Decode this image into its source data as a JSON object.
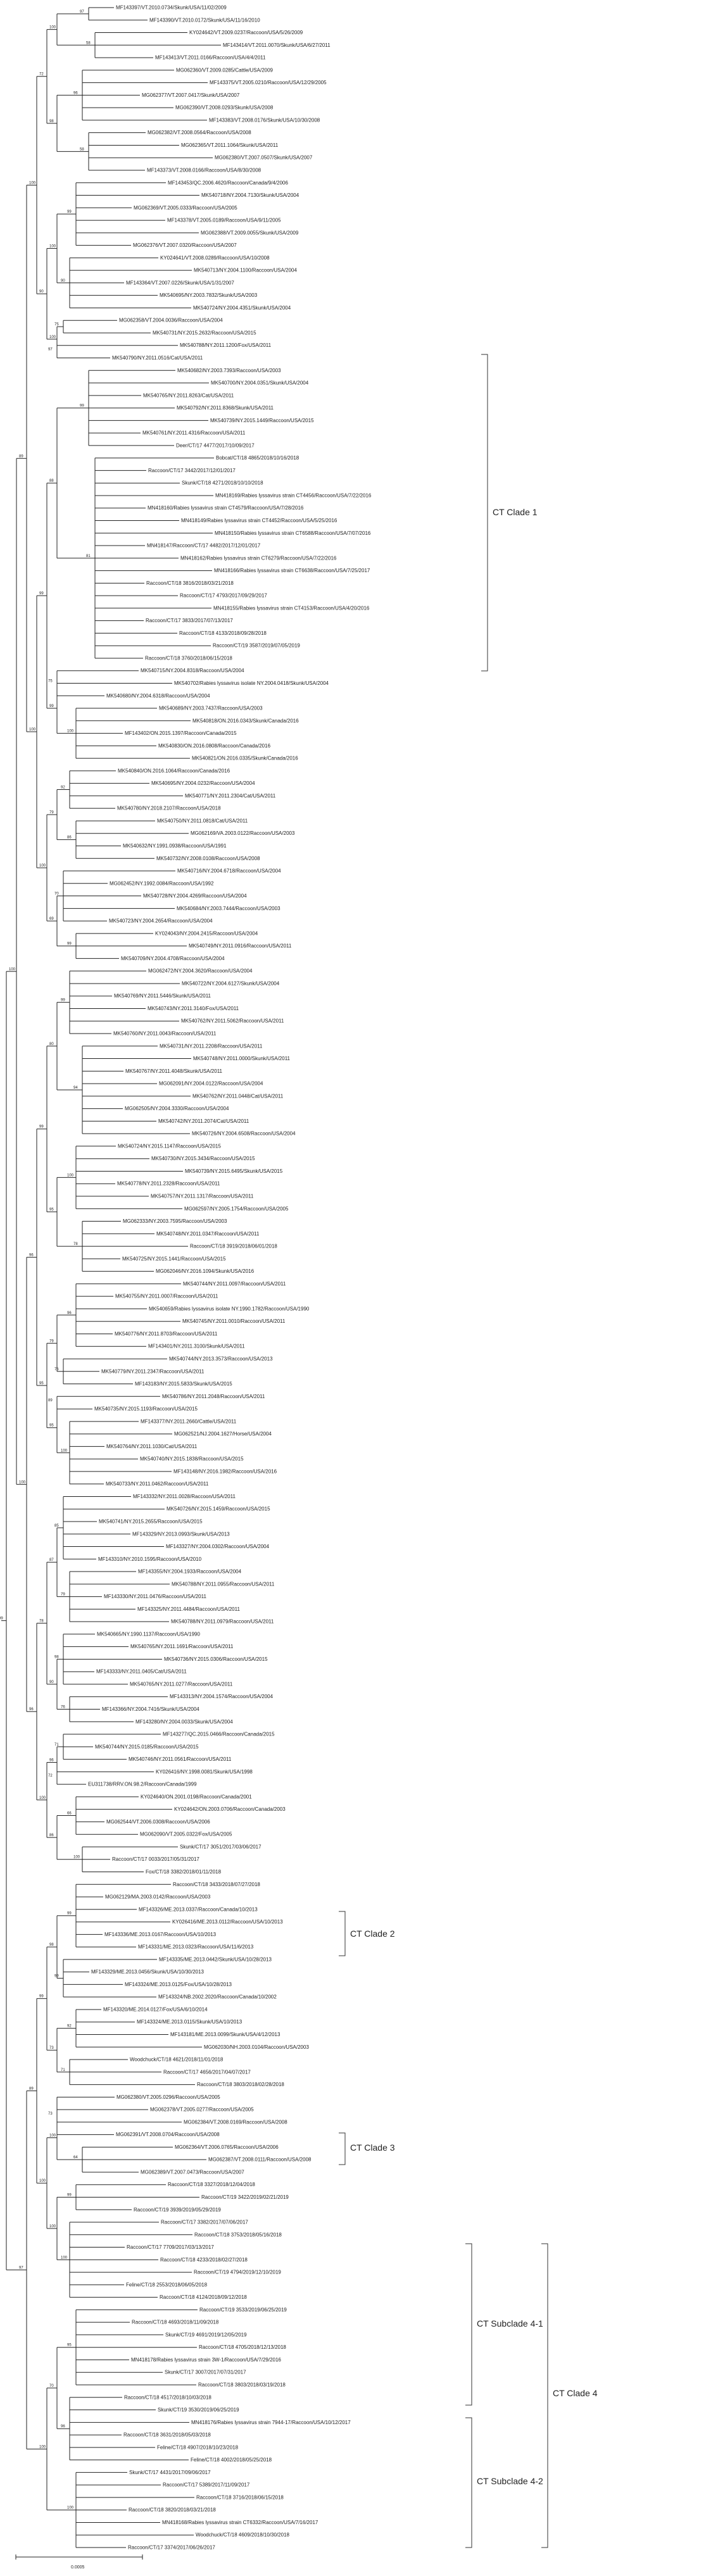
{
  "figure": {
    "clade_labels": {
      "ct_clade_1": "CT Clade 1",
      "ct_clade_2": "CT Clade 2",
      "ct_clade_3": "CT Clade 3",
      "ct_clade_4": "CT Clade 4",
      "ct_subclade_4_1": "CT Subclade 4-1",
      "ct_subclade_4_2": "CT Subclade 4-2"
    },
    "scale_bar_label": "0.0005",
    "leaf_labels": [
      "MF143397/VT.2010.0734/Skunk/USA/11/02/2009",
      "MF143390/VT.2010.0172/Skunk/USA/11/16/2010",
      "KY024642/VT.2009.0237/Raccoon/USA/5/26/2009",
      "MF143414/VT.2011.0070/Skunk/USA/6/27/2011",
      "MF143413/VT.2011.0166/Raccoon/USA/4/4/2011",
      "MG062360/VT.2009.0285/Cattle/USA/2009",
      "MF143375/VT.2005.0210/Raccoon/USA/12/29/2005",
      "MG062377/VT.2007.0417/Skunk/USA/2007",
      "MG062390/VT.2008.0293/Skunk/USA/2008",
      "MF143383/VT.2008.0176/Skunk/USA/10/30/2008",
      "MG062382/VT.2008.0564/Raccoon/USA/2008",
      "MG062365/VT.2011.1064/Skunk/USA/2011",
      "MG062380/VT.2007.0507/Skunk/USA/2007",
      "MF143373/VT.2008.0166/Raccoon/USA/8/30/2008",
      "MF143453/QC.2006.4620/Raccoon/Canada/9/4/2006",
      "MK540718/NY.2004.7130/Skunk/USA/2004",
      "MG062369/VT.2005.0333/Raccoon/USA/2005",
      "MF143378/VT.2005.0189/Raccoon/USA/9/11/2005",
      "MG062388/VT.2009.0055/Skunk/USA/2009",
      "MG062376/VT.2007.0320/Raccoon/USA/2007",
      "KY024641/VT.2008.0289/Raccoon/USA/10/2008",
      "MK540713/NY.2004.1100/Raccoon/USA/2004",
      "MF143364/VT.2007.0226/Skunk/USA/1/31/2007",
      "MK540695/NY.2003.7832/Skunk/USA/2003",
      "MK540724/NY.2004.4351/Skunk/USA/2004",
      "MG062358/VT.2004.0036/Raccoon/USA/2004",
      "MK540731/NY.2015.2632/Raccoon/USA/2015",
      "MK540788/NY.2011.1200/Fox/USA/2011",
      "MK540790/NY.2011.0516/Cat/USA/2011",
      "MK540682/NY.2003.7393/Raccoon/USA/2003",
      "MK540700/NY.2004.0351/Skunk/USA/2004",
      "MK540765/NY.2011.8263/Cat/USA/2011",
      "MK540792/NY.2011.8368/Skunk/USA/2011",
      "MK540739/NY.2015.1449/Raccoon/USA/2015",
      "MK540761/NY.2011.4316/Raccoon/USA/2011",
      "Deer/CT/17 4477/2017/10/09/2017",
      "Bobcat/CT/18 4865/2018/10/16/2018",
      "Raccoon/CT/17 3442/2017/12/01/2017",
      "Skunk/CT/18 4271/2018/10/10/2018",
      "MN418169/Rabies lyssavirus strain CT4456/Raccoon/USA/7/22/2016",
      "MN418160/Rabies lyssavirus strain CT4579/Raccoon/USA/7/28/2016",
      "MN418149/Rabies lyssavirus strain CT4452/Raccoon/USA/5/25/2016",
      "MN418150/Rabies lyssavirus strain CT6588/Raccoon/USA/7/07/2016",
      "MN418147/Raccoon/CT/17 4482/2017/12/01/2017",
      "MN418162/Rabies lyssavirus strain CT6279/Raccoon/USA/7/22/2016",
      "MN418166/Rabies lyssavirus strain CT6638/Raccoon/USA/7/25/2017",
      "Raccoon/CT/18 3816/2018/03/21/2018",
      "Raccoon/CT/17 4793/2017/09/29/2017",
      "MN418155/Rabies lyssavirus strain CT4153/Raccoon/USA/4/20/2016",
      "Raccoon/CT/17 3833/2017/07/13/2017",
      "Raccoon/CT/18 4133/2018/09/28/2018",
      "Raccoon/CT/19 3587/2019/07/05/2019",
      "Raccoon/CT/18 3760/2018/06/15/2018",
      "MK540715/NY.2004.8318/Raccoon/USA/2004",
      "MK540702/Rabies lyssavirus isolate NY.2004.0418/Skunk/USA/2004",
      "MK540680/NY.2004.6318/Raccoon/USA/2004",
      "MK540689/NY.2003.7437/Raccoon/USA/2003",
      "MK540818/ON.2016.0343/Skunk/Canada/2016",
      "MF143402/ON.2015.1397/Raccoon/Canada/2015",
      "MK540830/ON.2016.0808/Raccoon/Canada/2016",
      "MK540821/ON.2016.0335/Skunk/Canada/2016",
      "MK540840/ON.2016.1064/Raccoon/Canada/2016",
      "MK540695/NY.2004.0232/Raccoon/USA/2004",
      "MK540771/NY.2011.2304/Cat/USA/2011",
      "MK540780/NY.2018.2107/Raccoon/USA/2018",
      "MK540750/NY.2011.0818/Cat/USA/2011",
      "MG062169/VA.2003.0122/Raccoon/USA/2003",
      "MK540632/NY.1991.0938/Raccoon/USA/1991",
      "MK540732/NY.2008.0108/Raccoon/USA/2008",
      "MK540716/NY.2004.6718/Raccoon/USA/2004",
      "MG062452/NY.1992.0084/Raccoon/USA/1992",
      "MK540728/NY.2004.4269/Raccoon/USA/2004",
      "MK540684/NY.2003.7444/Raccoon/USA/2003",
      "MK540723/NY.2004.2654/Raccoon/USA/2004",
      "KY024043/NY.2004.2415/Raccoon/USA/2004",
      "MK540749/NY.2011.0916/Raccoon/USA/2011",
      "MK540709/NY.2004.4708/Raccoon/USA/2004",
      "MG062472/NY.2004.3620/Raccoon/USA/2004",
      "MK540722/NY.2004.6127/Skunk/USA/2004",
      "MK540769/NY.2011.5446/Skunk/USA/2011",
      "MK540743/NY.2011.3140/Fox/USA/2011",
      "MK540762/NY.2011.5062/Raccoon/USA/2011",
      "MK540760/NY.2011.0043/Raccoon/USA/2011",
      "MK540731/NY.2011.2208/Raccoon/USA/2011",
      "MK540748/NY.2011.0000/Skunk/USA/2011",
      "MK540767/NY.2011.4048/Skunk/USA/2011",
      "MG062091/NY.2004.0122/Raccoon/USA/2004",
      "MK540762/NY.2011.0448/Cat/USA/2011",
      "MG062505/NY.2004.3330/Raccoon/USA/2004",
      "MK540742/NY.2011.2074/Cat/USA/2011",
      "MK540726/NY.2004.6508/Raccoon/USA/2004",
      "MK540724/NY.2015.1147/Raccoon/USA/2015",
      "MK540730/NY.2015.3434/Raccoon/USA/2015",
      "MK540739/NY.2015.6495/Skunk/USA/2015",
      "MK540778/NY.2011.2328/Raccoon/USA/2011",
      "MK540757/NY.2011.1317/Raccoon/USA/2011",
      "MG062597/NY.2005.1754/Raccoon/USA/2005",
      "MG062333/NY.2003.7595/Raccoon/USA/2003",
      "MK540748/NY.2011.0347/Raccoon/USA/2011",
      "Raccoon/CT/18 3919/2018/06/01/2018",
      "MK540725/NY.2015.1441/Raccoon/USA/2015",
      "MG062046/NY.2016.1094/Skunk/USA/2016",
      "MK540744/NY.2011.0097/Raccoon/USA/2011",
      "MK540755/NY.2011.0007/Raccoon/USA/2011",
      "MK540659/Rabies lyssavirus isolate NY.1990.1782/Raccoon/USA/1990",
      "MK540745/NY.2011.0010/Raccoon/USA/2011",
      "MK540776/NY.2011.8703/Raccoon/USA/2011",
      "MF143401/NY.2011.3100/Skunk/USA/2011",
      "MK540744/NY.2013.3573/Raccoon/USA/2013",
      "MK540779/NY.2011.2347/Raccoon/USA/2011",
      "MF143183/NY.2015.5833/Skunk/USA/2015",
      "MK540786/NY.2011.2048/Raccoon/USA/2011",
      "MK540735/NY.2015.1193/Raccoon/USA/2015",
      "MF143377/NY.2011.2660/Cattle/USA/2011",
      "MG062521/NJ.2004.1627/Horse/USA/2004",
      "MK540764/NY.2011.1030/Cat/USA/2011",
      "MK540740/NY.2015.1838/Raccoon/USA/2015",
      "MF143148/NY.2016.1982/Raccoon/USA/2016",
      "MK540733/NY.2011.0462/Raccoon/USA/2011",
      "MF143332/NY.2011.0028/Raccoon/USA/2011",
      "MK540726/NY.2015.1459/Raccoon/USA/2015",
      "MK540741/NY.2015.2655/Raccoon/USA/2015",
      "MF143329/NY.2013.0993/Skunk/USA/2013",
      "MF143327/NY.2004.0302/Raccoon/USA/2004",
      "MF143310/NY.2010.1595/Raccoon/USA/2010",
      "MF143355/NY.2004.1933/Raccoon/USA/2004",
      "MK540788/NY.2011.0955/Raccoon/USA/2011",
      "MF143330/NY.2011.0476/Raccoon/USA/2011",
      "MF143325/NY.2011.4484/Raccoon/USA/2011",
      "MK540788/NY.2011.0979/Raccoon/USA/2011",
      "MK540665/NY.1990.1137/Raccoon/USA/1990",
      "MK540765/NY.2011.1691/Raccoon/USA/2011",
      "MK540736/NY.2015.0306/Raccoon/USA/2015",
      "MF143333/NY.2011.0405/Cat/USA/2011",
      "MK540765/NY.2011.0277/Raccoon/USA/2011",
      "MF143313/NY.2004.1574/Raccoon/USA/2004",
      "MF143366/NY.2004.7416/Skunk/USA/2004",
      "MF143280/NY.2004.0033/Skunk/USA/2004",
      "MF143277/QC.2015.0466/Raccoon/Canada/2015",
      "MK540744/NY.2015.0185/Raccoon/USA/2015",
      "MK540746/NY.2011.0561/Raccoon/USA/2011",
      "KY026416/NY.1998.0081/Skunk/USA/1998",
      "EU311738/RRV.ON.98.2/Raccoon/Canada/1999",
      "KY024640/ON.2001.0198/Raccoon/Canada/2001",
      "KY024642/ON.2003.0706/Raccoon/Canada/2003",
      "MG062544/VT.2006.0308/Raccoon/USA/2006",
      "MG062090/VT.2005.0322/Fox/USA/2005",
      "Skunk/CT/17 3051/2017/03/06/2017",
      "Raccoon/CT/17 0033/2017/05/31/2017",
      "Fox/CT/18 3382/2018/01/11/2018",
      "Raccoon/CT/18 3433/2018/07/27/2018",
      "MG062129/MA.2003.0142/Raccoon/USA/2003",
      "MF143326/ME.2013.0337/Raccoon/Canada/10/2013",
      "KY026416/ME.2013.0112/Raccoon/USA/10/2013",
      "MF143336/ME.2013.0167/Raccoon/USA/10/2013",
      "MF143331/ME.2013.0323/Raccoon/USA/11/6/2013",
      "MF143335/ME.2013.0442/Skunk/USA/10/28/2013",
      "MF143329/ME.2013.0456/Skunk/USA/10/30/2013",
      "MF143324/ME.2013.0125/Fox/USA/10/28/2013",
      "MF143324/NB.2002.2020/Raccoon/Canada/10/2002",
      "MF143320/ME.2014.0127/Fox/USA/6/10/2014",
      "MF143324/ME.2013.0115/Skunk/USA/10/2013",
      "MF143181/ME.2013.0099/Skunk/USA/4/12/2013",
      "MG062030/NH.2003.0104/Raccoon/USA/2003",
      "Woodchuck/CT/18 4621/2018/11/01/2018",
      "Raccoon/CT/17 4656/2017/04/07/2017",
      "Raccoon/CT/18 3803/2018/02/28/2018",
      "MG062380/VT.2005.0296/Raccoon/USA/2005",
      "MG062378/VT.2005.0277/Raccoon/USA/2005",
      "MG062384/VT.2008.0169/Raccoon/USA/2008",
      "MG062391/VT.2008.0704/Raccoon/USA/2008",
      "MG062364/VT.2006.0765/Raccoon/USA/2006",
      "MG062387/VT.2008.0111/Raccoon/USA/2008",
      "MG062389/VT.2007.0473/Raccoon/USA/2007",
      "Raccoon/CT/18 3327/2018/12/04/2018",
      "Raccoon/CT/19 3422/2019/02/21/2019",
      "Raccoon/CT/19 3939/2019/05/29/2019",
      "Raccoon/CT/17 3382/2017/07/06/2017",
      "Raccoon/CT/18 3753/2018/05/16/2018",
      "Raccoon/CT/17 7709/2017/03/13/2017",
      "Raccoon/CT/18 4233/2018/02/27/2018",
      "Raccoon/CT/19 4794/2019/12/10/2019",
      "Feline/CT/18 2553/2018/06/05/2018",
      "Raccoon/CT/18 4124/2018/09/12/2018",
      "Raccoon/CT/19 3533/2019/06/25/2019",
      "Raccoon/CT/18 4693/2018/11/09/2018",
      "Skunk/CT/19 4691/2019/12/05/2019",
      "Raccoon/CT/18 4705/2018/12/13/2018",
      "MN418178/Rabies lyssavirus strain 3W-1/Raccoon/USA/7/29/2016",
      "Skunk/CT/17 3007/2017/07/31/2017",
      "Raccoon/CT/18 3803/2018/03/19/2018",
      "Raccoon/CT/18 4517/2018/10/03/2018",
      "Skunk/CT/19 3530/2019/06/25/2019",
      "MN418176/Rabies lyssavirus strain 7944-17/Raccoon/USA/10/12/2017",
      "Raccoon/CT/18 3631/2018/05/03/2018",
      "Feline/CT/18 4907/2018/10/23/2018",
      "Feline/CT/18 4002/2018/05/25/2018",
      "Skunk/CT/17 4431/2017/09/06/2017",
      "Raccoon/CT/17 5389/2017/11/09/2017",
      "Raccoon/CT/18 3716/2018/06/15/2018",
      "Raccoon/CT/18 3820/2018/03/21/2018",
      "MN418168/Rabies lyssavirus strain CT6332/Raccoon/USA/7/16/2017",
      "Woodchuck/CT/18 4609/2018/10/30/2018",
      "Raccoon/CT/17 3374/2017/06/26/2017"
    ],
    "bootstrap_values": [
      "97",
      "58",
      "96",
      "58",
      "99",
      "90",
      "75",
      "97",
      "99",
      "81",
      "75",
      "100",
      "92",
      "86",
      "70",
      "99",
      "99",
      "94",
      "100",
      "78",
      "96",
      "76",
      "89",
      "100",
      "85",
      "79",
      "98",
      "76",
      "71",
      "72",
      "66",
      "100",
      "99",
      "99",
      "92",
      "71",
      "73",
      "64",
      "99",
      "100",
      "95",
      "96",
      "100",
      "100",
      "98",
      "100",
      "100",
      "88",
      "99",
      "79",
      "69",
      "80",
      "95",
      "79",
      "95",
      "87",
      "90",
      "96",
      "86",
      "98",
      "73",
      "100",
      "100",
      "70",
      "72",
      "90",
      "99",
      "100",
      "99",
      "95",
      "78",
      "100",
      "99",
      "100",
      "100",
      "100",
      "100",
      "96",
      "96",
      "89",
      "89",
      "100",
      "97",
      "100",
      "99",
      "100",
      "75",
      "98",
      "100",
      "69",
      "90",
      "93",
      "100"
    ]
  }
}
